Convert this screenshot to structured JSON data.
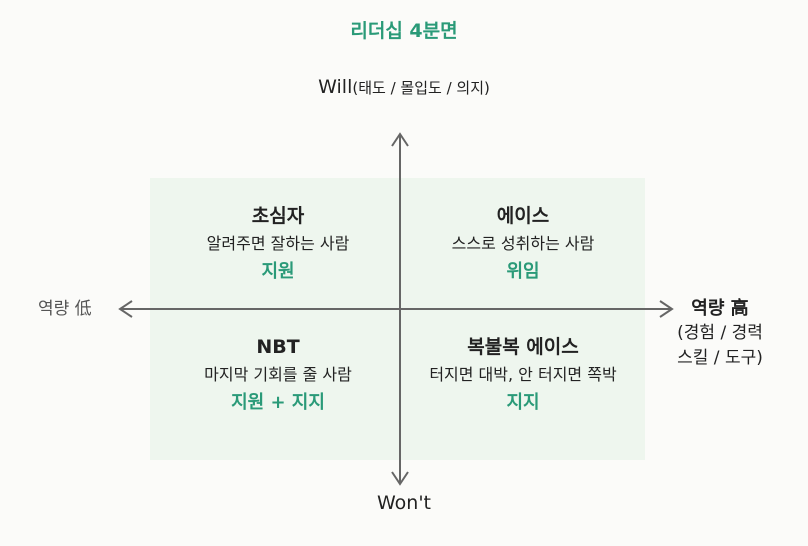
{
  "title": "리더십 4분면",
  "axes": {
    "top": {
      "label": "Will",
      "sub": "(태도 / 몰입도 / 의지)"
    },
    "bottom": {
      "label": "Won't"
    },
    "left": {
      "label": "역량 低"
    },
    "right": {
      "label": "역량 高",
      "sub1": "(경험 / 경력",
      "sub2": "스킬 / 도구)"
    }
  },
  "quadrants": [
    {
      "name": "초심자",
      "desc": "알려주면 잘하는 사람",
      "action": "지원"
    },
    {
      "name": "에이스",
      "desc": "스스로 성취하는 사람",
      "action": "위임"
    },
    {
      "name": "NBT",
      "desc": "마지막 기회를 줄 사람",
      "action": "지원 + 지지"
    },
    {
      "name": "복불복 에이스",
      "desc": "터지면 대박, 안 터지면 쪽박",
      "action": "지지"
    }
  ],
  "colors": {
    "accent": "#2a9a78",
    "box": "#eef6ee"
  }
}
